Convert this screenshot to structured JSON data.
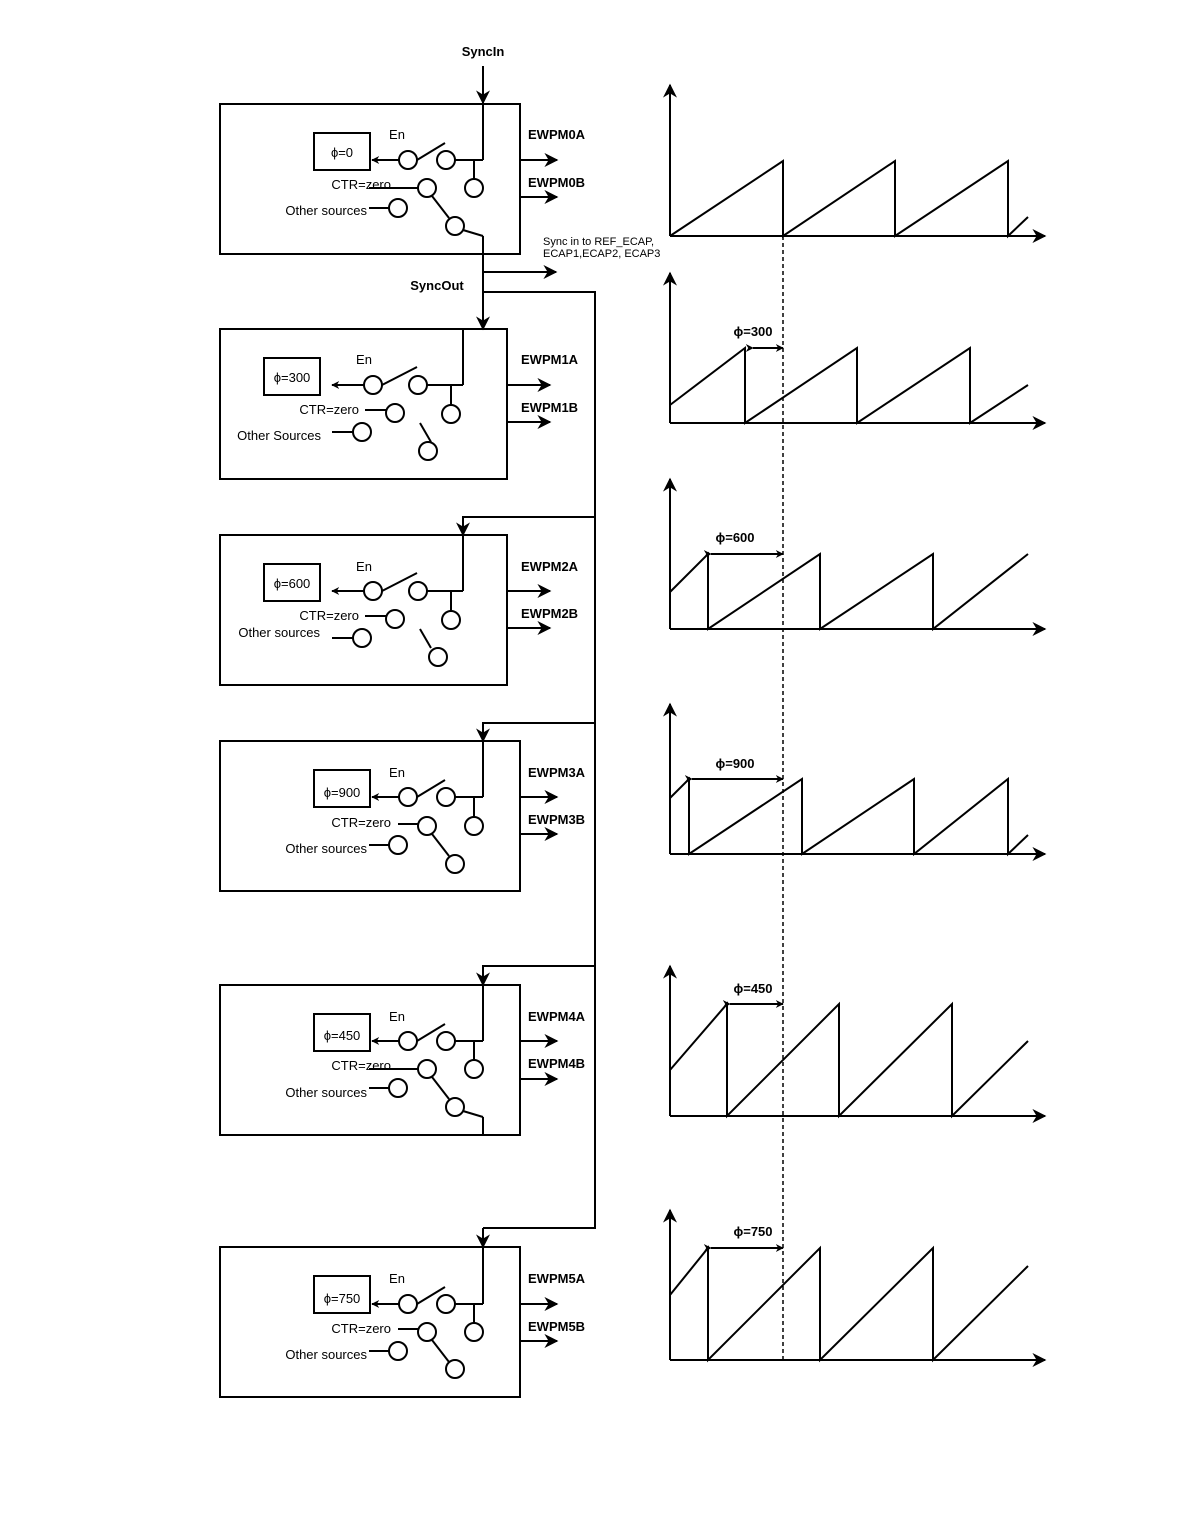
{
  "sync_in_label": "SyncIn",
  "sync_out_label": "SyncOut",
  "ecap_note": [
    "Sync in to REF_ECAP,",
    "ECAP1,ECAP2, ECAP3"
  ],
  "modules": [
    {
      "phase": "ϕ=0",
      "en": "En",
      "ctr": "CTR=zero",
      "other": "Other sources",
      "out_a": "EWPM0A",
      "out_b": "EWPM0B"
    },
    {
      "phase": "ϕ=300",
      "en": "En",
      "ctr": "CTR=zero",
      "other": "Other Sources",
      "out_a": "EWPM1A",
      "out_b": "EWPM1B"
    },
    {
      "phase": "ϕ=600",
      "en": "En",
      "ctr": "CTR=zero",
      "other": "Other sources",
      "out_a": "EWPM2A",
      "out_b": "EWPM2B"
    },
    {
      "phase": "ϕ=900",
      "en": "En",
      "ctr": "CTR=zero",
      "other": "Other sources",
      "out_a": "EWPM3A",
      "out_b": "EWPM3B"
    },
    {
      "phase": "ϕ=450",
      "en": "En",
      "ctr": "CTR=zero",
      "other": "Other sources",
      "out_a": "EWPM4A",
      "out_b": "EWPM4B"
    },
    {
      "phase": "ϕ=750",
      "en": "En",
      "ctr": "CTR=zero",
      "other": "Other sources",
      "out_a": "EWPM5A",
      "out_b": "EWPM5B"
    }
  ],
  "waveforms": [
    {
      "phase_label": ""
    },
    {
      "phase_label": "ϕ=300"
    },
    {
      "phase_label": "ϕ=600"
    },
    {
      "phase_label": "ϕ=900"
    },
    {
      "phase_label": "ϕ=450"
    },
    {
      "phase_label": "ϕ=750"
    }
  ]
}
